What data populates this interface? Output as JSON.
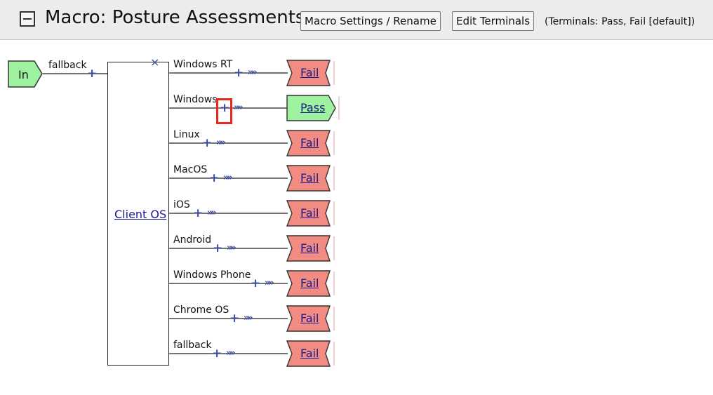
{
  "header": {
    "title": "Macro: Posture Assessments",
    "settings_button": "Macro Settings / Rename",
    "edit_terminals_button": "Edit Terminals",
    "terminals_note": "(Terminals: Pass, Fail [default])"
  },
  "flow": {
    "in_label": "In",
    "in_branch_label": "fallback",
    "decision_label": "Client OS",
    "remove_icon": "×",
    "branches": [
      {
        "label": "Windows RT",
        "terminal": "Fail"
      },
      {
        "label": "Windows",
        "terminal": "Pass"
      },
      {
        "label": "Linux",
        "terminal": "Fail"
      },
      {
        "label": "MacOS",
        "terminal": "Fail"
      },
      {
        "label": "iOS",
        "terminal": "Fail"
      },
      {
        "label": "Android",
        "terminal": "Fail"
      },
      {
        "label": "Windows Phone",
        "terminal": "Fail"
      },
      {
        "label": "Chrome OS",
        "terminal": "Fail"
      },
      {
        "label": "fallback",
        "terminal": "Fail"
      }
    ]
  },
  "colors": {
    "fail": "#f28b82",
    "pass": "#9ef19e",
    "in": "#9ef19e",
    "highlight": "#e8261c",
    "connector": "#3a4a9a"
  },
  "icons": {
    "collapse": "minus-square-icon",
    "add": "plus-icon",
    "next": "double-chevron-right-icon",
    "remove": "close-icon"
  }
}
